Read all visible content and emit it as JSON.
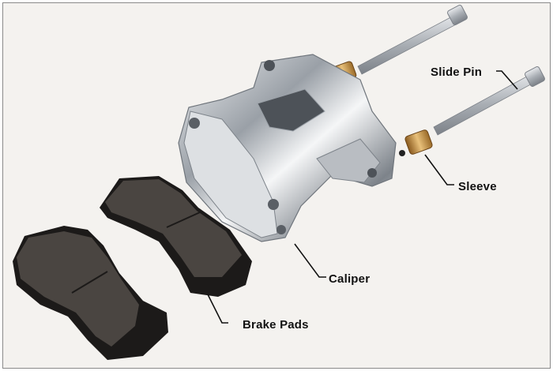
{
  "image": {
    "subject": "Exploded view of a polished disc brake caliper assembly",
    "background_color": "#f4f2ef",
    "border_color": "#8a8a8a"
  },
  "callouts": [
    {
      "id": "slide-pin",
      "label": "Slide Pin"
    },
    {
      "id": "sleeve",
      "label": "Sleeve"
    },
    {
      "id": "caliper",
      "label": "Caliper"
    },
    {
      "id": "brake-pads",
      "label": "Brake Pads"
    }
  ],
  "colors": {
    "caliper_chrome": "#c9ccd0",
    "pad_friction": "#4a4541",
    "pad_backing": "#1c1a19",
    "pin_steel": "#b8bcc2",
    "sleeve_brass": "#c08a3a"
  }
}
